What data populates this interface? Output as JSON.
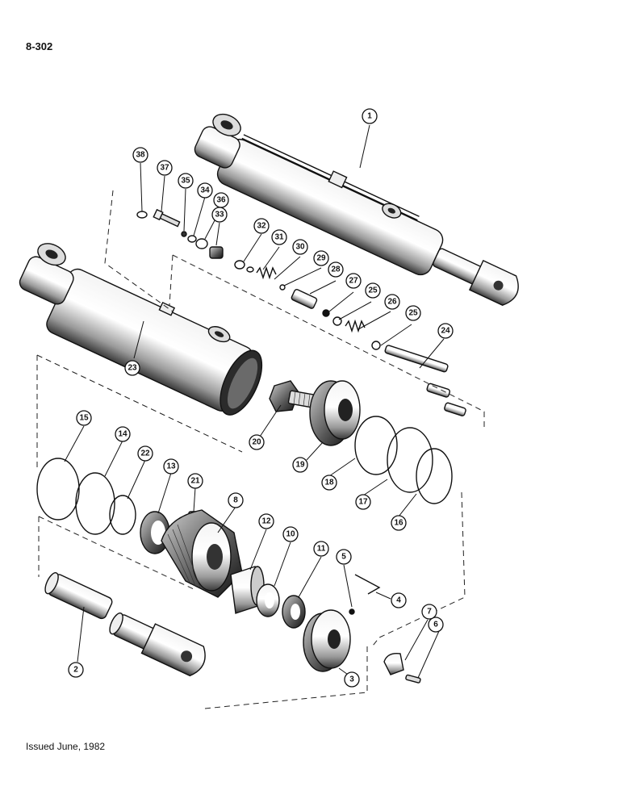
{
  "page": {
    "number": "8-302",
    "footer": "Issued June, 1982"
  },
  "callouts": [
    "1",
    "2",
    "3",
    "4",
    "5",
    "6",
    "7",
    "8",
    "10",
    "11",
    "12",
    "13",
    "14",
    "15",
    "16",
    "17",
    "18",
    "19",
    "20",
    "21",
    "22",
    "23",
    "24",
    "25",
    "26",
    "27",
    "28",
    "29",
    "30",
    "31",
    "32",
    "33",
    "34",
    "35",
    "36",
    "37",
    "38"
  ]
}
